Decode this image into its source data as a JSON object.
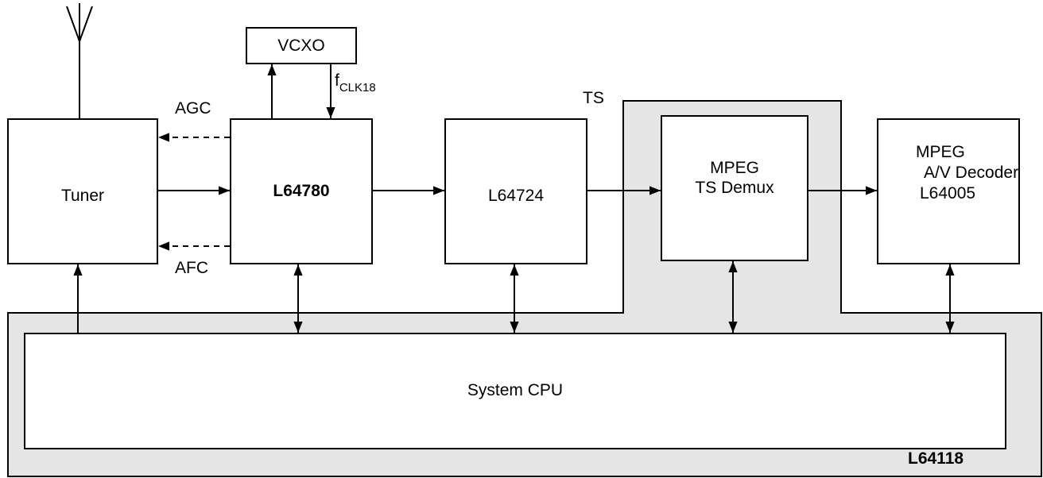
{
  "diagram": {
    "blocks": {
      "vcxo": "VCXO",
      "tuner": "Tuner",
      "demod": "L64780",
      "fec": "L64724",
      "demux_line1": "MPEG",
      "demux_line2": "TS Demux",
      "decoder_line1": "MPEG",
      "decoder_line2": "A/V Decoder",
      "decoder_line3": "L64005",
      "cpu": "System CPU"
    },
    "signals": {
      "agc": "AGC",
      "afc": "AFC",
      "clock_main": "f",
      "clock_sub": "CLK18",
      "ts": "TS"
    },
    "chip": {
      "name": "L64118",
      "fill": "#e5e5e5"
    }
  }
}
